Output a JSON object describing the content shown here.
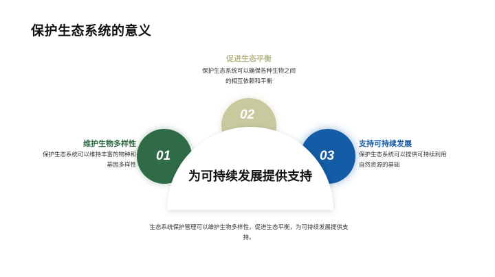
{
  "title": "保护生态系统的意义",
  "center": {
    "text": "为可持续发展提供支持"
  },
  "items": [
    {
      "number": "01",
      "title": "维护生物多样性",
      "description": "保护生态系统可以维持丰富的物种和基因多样性",
      "color": "#2f6b47"
    },
    {
      "number": "02",
      "title": "促进生态平衡",
      "description": "保护生态系统可以确保各种生物之间的相互依赖和平衡",
      "color": "#c8c99e"
    },
    {
      "number": "03",
      "title": "支持可持续发展",
      "description": "保护生态系统可以提供可持续利用自然资源的基础",
      "color": "#145ca6"
    }
  ],
  "summary": "生态系统保护管理可以维护生物多样性，促进生态平衡，为可持续发展提供支持。"
}
